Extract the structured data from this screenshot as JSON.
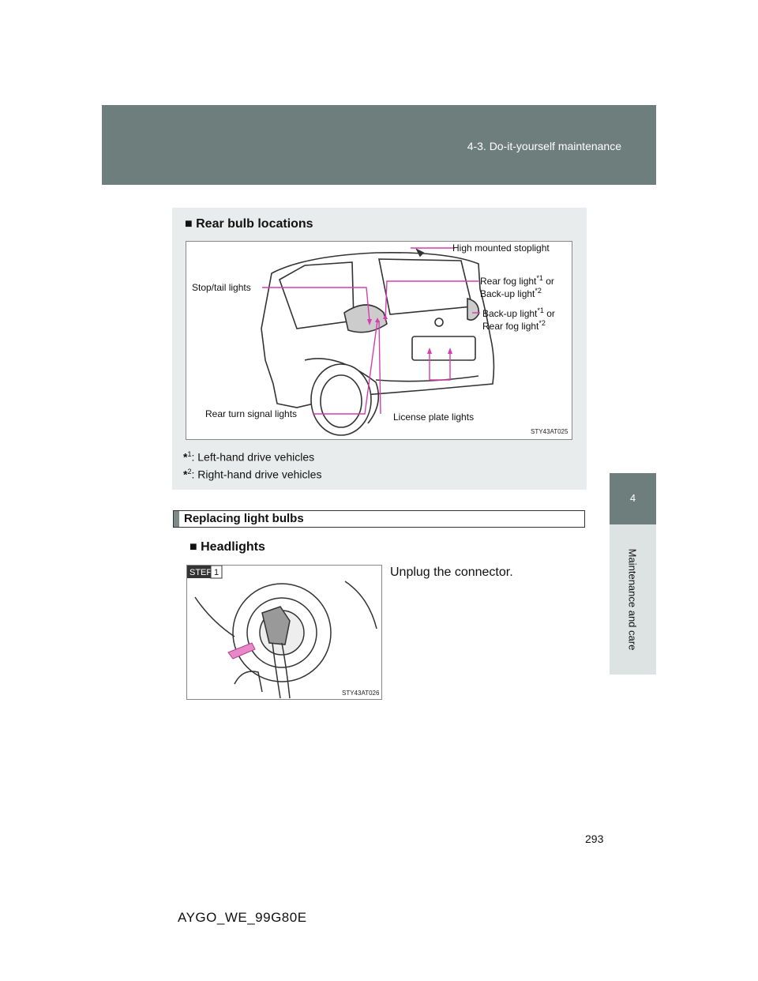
{
  "header": {
    "title": "4-3. Do-it-yourself maintenance"
  },
  "side_tab": {
    "number": "4",
    "label": "Maintenance and care"
  },
  "rear_section": {
    "heading": "Rear bulb locations",
    "labels": {
      "high_mounted": "High mounted stoplight",
      "stop_tail": "Stop/tail lights",
      "rear_fog_a": "Rear fog light",
      "rear_fog_a_sup": "*1",
      "rear_fog_a_or": " or",
      "backup_a": "Back-up light",
      "backup_a_sup": "*2",
      "backup_b": "Back-up light",
      "backup_b_sup": "*1",
      "backup_b_or": " or",
      "rear_fog_b": "Rear fog light",
      "rear_fog_b_sup": "*2",
      "turn_signal": "Rear turn signal lights",
      "license_plate": "License plate lights",
      "figure_code": "STY43AT025"
    },
    "footnotes": [
      {
        "mark": "*",
        "sup": "1",
        "text": ": Left-hand drive vehicles"
      },
      {
        "mark": "*",
        "sup": "2",
        "text": ": Right-hand drive vehicles"
      }
    ]
  },
  "replacing": {
    "heading": "Replacing light bulbs",
    "subheading": "Headlights",
    "step_label": "STEP",
    "step_number": "1",
    "step_text": "Unplug the connector.",
    "figure_code": "STY43AT026"
  },
  "footer": {
    "page_number": "293",
    "doc_code": "AYGO_WE_99G80E"
  },
  "colors": {
    "header_bg": "#6e7e7d",
    "callout_line": "#d43fae",
    "box_bg": "#e9ecec"
  }
}
